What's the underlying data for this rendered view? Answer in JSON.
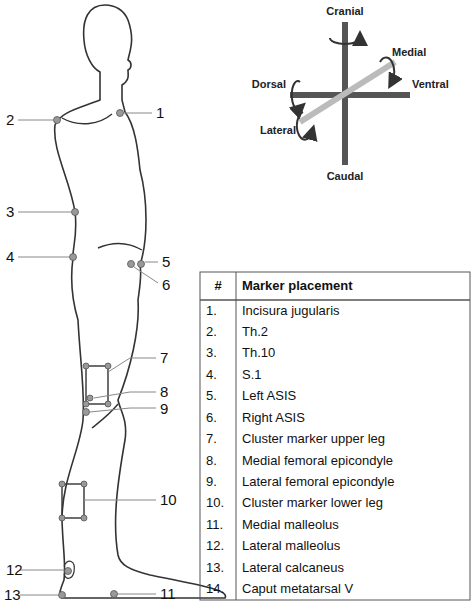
{
  "diagram": {
    "labels": [
      "1",
      "2",
      "3",
      "4",
      "5",
      "6",
      "7",
      "8",
      "9",
      "10",
      "12",
      "13",
      "11",
      "Cranial",
      "Medial",
      "Dorsal",
      "Ventral",
      "Lateral",
      "Caudal",
      "#",
      "Marker placement",
      "1.",
      "Incisura jugularis",
      "2.",
      "Th.2",
      "3.",
      "Th.10",
      "4.",
      "S.1",
      "5.",
      "Left ASIS",
      "6.",
      "Right ASIS",
      "7.",
      "Cluster marker upper leg",
      "8.",
      "Medial femoral epicondyle",
      "9.",
      "Lateral femoral epicondyle",
      "10.",
      "Cluster marker lower leg",
      "11.",
      "Medial malleolus",
      "12.",
      "Lateral malleolus",
      "13.",
      "Lateral calcaneus",
      "14.",
      "Caput metatarsal V"
    ]
  }
}
